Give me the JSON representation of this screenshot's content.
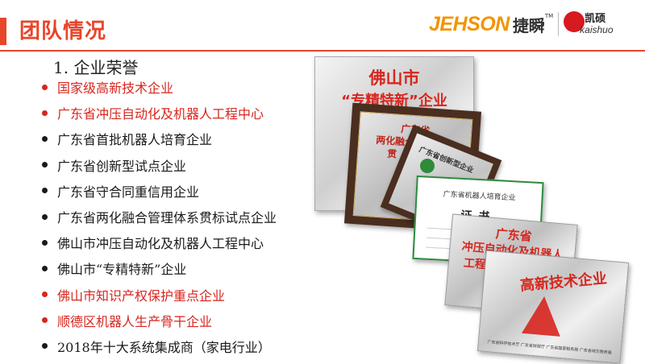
{
  "header": {
    "title": "团队情况",
    "logo_jehson": "JEHSON",
    "logo_cn": "捷瞬",
    "logo_tm": "TM",
    "logo_kaishuo_cn": "凯硕",
    "logo_kaishuo_en": "kaishuo"
  },
  "section": {
    "subtitle": "1. 企业荣誉"
  },
  "colors": {
    "accent": "#e8452a",
    "highlight": "#d7261e",
    "text": "#1a1a1a"
  },
  "honors": [
    {
      "text": "国家级高新技术企业",
      "highlighted": true
    },
    {
      "text": "广东省冲压自动化及机器人工程中心",
      "highlighted": true
    },
    {
      "text": "广东省首批机器人培育企业",
      "highlighted": false
    },
    {
      "text": "广东省创新型试点企业",
      "highlighted": false
    },
    {
      "text": "广东省守合同重信用企业",
      "highlighted": false
    },
    {
      "text": "广东省两化融合管理体系贯标试点企业",
      "highlighted": false
    },
    {
      "text": "佛山市冲压自动化及机器人工程中心",
      "highlighted": false
    },
    {
      "text": "佛山市“专精特新”企业",
      "highlighted": false
    },
    {
      "text": "佛山市知识产权保护重点企业",
      "highlighted": true
    },
    {
      "text": "顺德区机器人生产骨干企业",
      "highlighted": true
    },
    {
      "text": "2018年十大系统集成商（家电行业）",
      "highlighted": false
    }
  ],
  "certificates": {
    "c1": {
      "line1": "佛山市",
      "line2": "“专精特新”企业"
    },
    "c2": {
      "line1": "广东省",
      "line2": "两化融合管理体系",
      "line3": "贯"
    },
    "c3": {
      "line1": "广东省创新型企业"
    },
    "c4": {
      "line1": "广东省机器人培育企业",
      "line2": "证书"
    },
    "c5": {
      "line1": "广东省",
      "line2": "冲压自动化及机器人",
      "line3": "工程"
    },
    "c6": {
      "line1": "高新技术企业",
      "footer": "广东省科学技术厅  广东省财政厅  广东省国家税务局  广东省地方税务局"
    }
  }
}
